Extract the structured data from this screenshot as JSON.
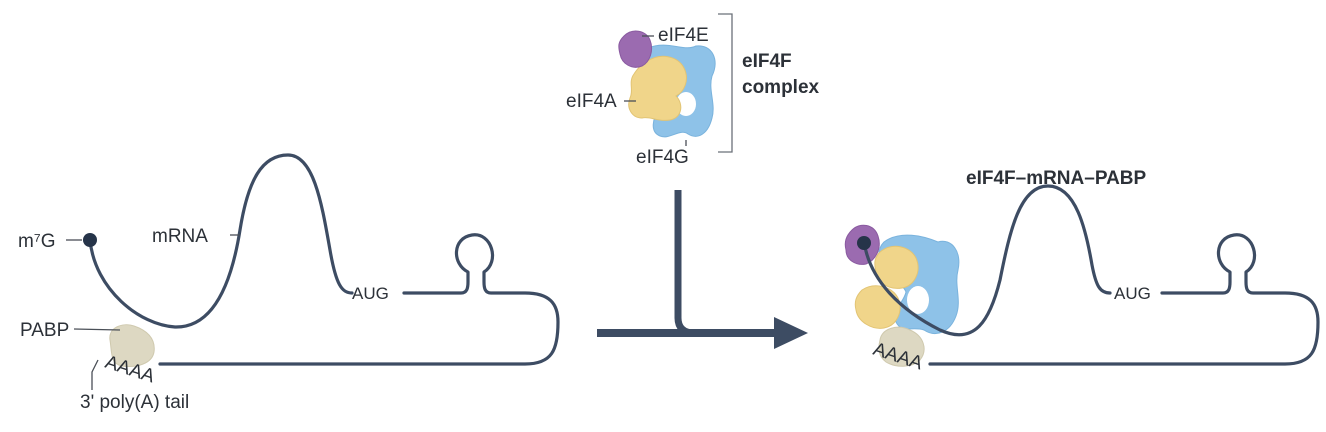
{
  "labels": {
    "cap": "m⁷G",
    "mrna": "mRNA",
    "pabp": "PABP",
    "polya": "3' poly(A) tail",
    "aug_left": "AUG",
    "aug_right": "AUG",
    "tail_left": "AAAA",
    "tail_right": "AAAA",
    "eif4e": "eIF4E",
    "eif4a": "eIF4A",
    "eif4g": "eIF4G",
    "complex_line1": "eIF4F",
    "complex_line2": "complex",
    "product": "eIF4F–mRNA–PABP"
  },
  "colors": {
    "strand": "#3d4c63",
    "eif4e": "#9b6bb0",
    "eif4a": "#f0d58a",
    "eif4g": "#8ec2e8",
    "pabp": "#ddd8c2",
    "arrow": "#3d4c63"
  }
}
